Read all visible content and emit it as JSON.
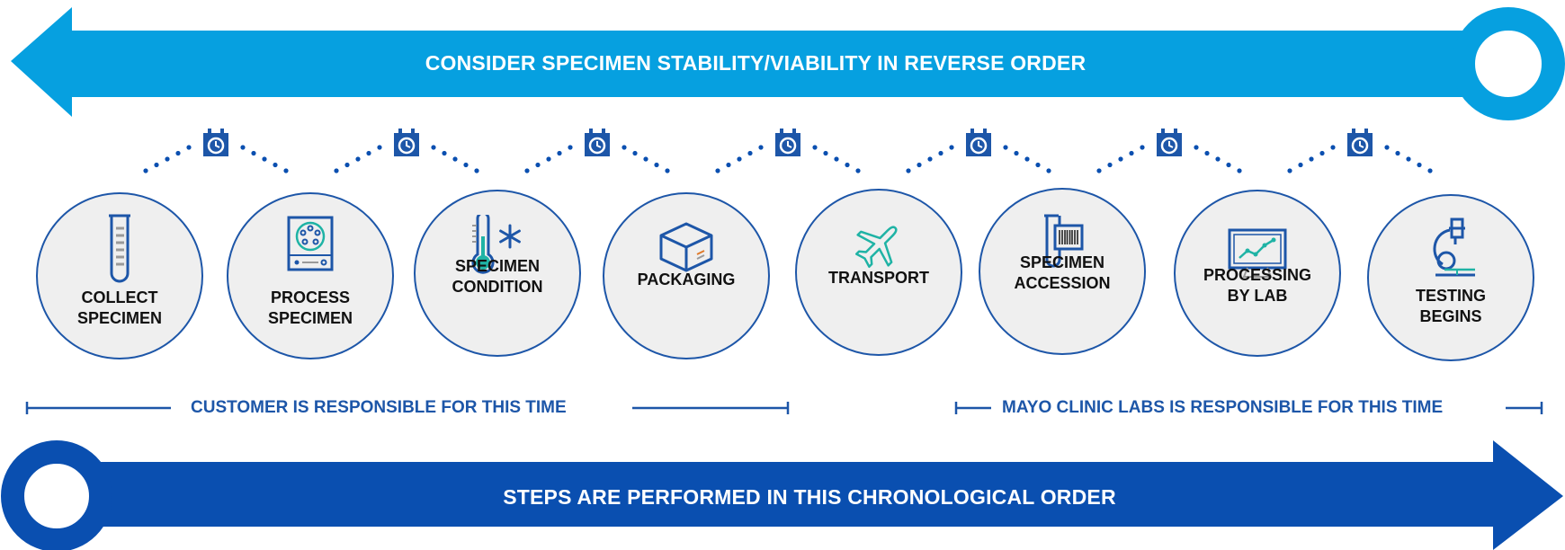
{
  "colors": {
    "top_arrow": "#06a0e0",
    "bottom_arrow": "#0a4fb0",
    "accent_blue": "#1d56a8",
    "teal": "#1fb3a5",
    "circle_fill": "#efefef"
  },
  "top_arrow": {
    "label": "CONSIDER SPECIMEN STABILITY/VIABILITY IN REVERSE ORDER",
    "direction": "left"
  },
  "bottom_arrow": {
    "label": "STEPS ARE PERFORMED IN THIS CHRONOLOGICAL ORDER",
    "direction": "right"
  },
  "steps": [
    {
      "label": "COLLECT\nSPECIMEN",
      "icon": "test-tube-icon"
    },
    {
      "label": "PROCESS\nSPECIMEN",
      "icon": "centrifuge-icon"
    },
    {
      "label": "SPECIMEN\nCONDITION",
      "icon": "thermometer-snowflake-icon"
    },
    {
      "label": "PACKAGING",
      "icon": "box-icon"
    },
    {
      "label": "TRANSPORT",
      "icon": "airplane-icon"
    },
    {
      "label": "SPECIMEN\nACCESSION",
      "icon": "barcode-tube-icon"
    },
    {
      "label": "PROCESSING\nBY LAB",
      "icon": "monitor-chart-icon"
    },
    {
      "label": "TESTING\nBEGINS",
      "icon": "microscope-icon"
    }
  ],
  "timers": {
    "count": 7,
    "icon": "calendar-clock-icon"
  },
  "responsibility": {
    "customer": "CUSTOMER IS RESPONSIBLE FOR THIS TIME",
    "lab": "MAYO CLINIC LABS IS RESPONSIBLE FOR THIS TIME"
  }
}
